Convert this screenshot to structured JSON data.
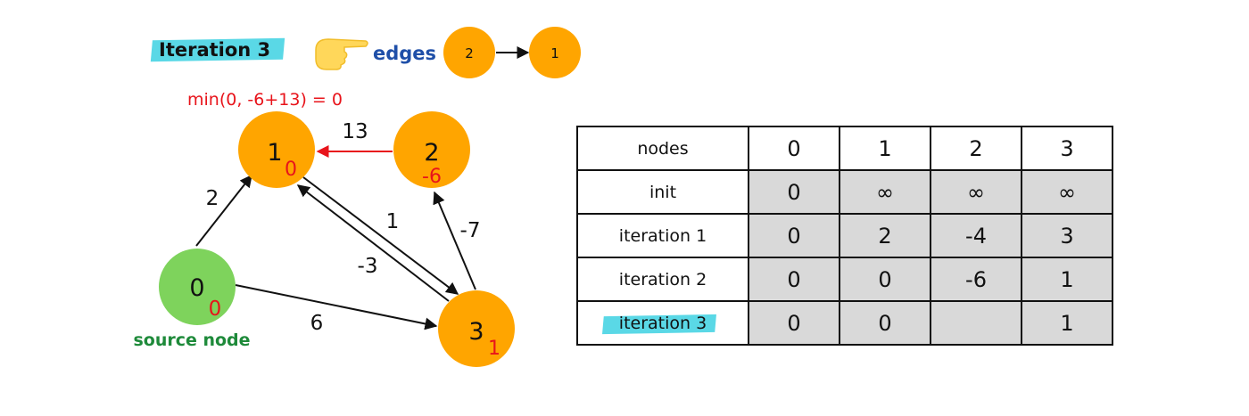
{
  "header": {
    "iteration_title": "Iteration 3",
    "edges_label": "edges",
    "current_edge": {
      "from": "2",
      "to": "1"
    }
  },
  "annotation": {
    "update_formula": "min(0, -6+13) = 0"
  },
  "graph": {
    "nodes": [
      {
        "id": "0",
        "distance": "0",
        "color": "#7ed35c"
      },
      {
        "id": "1",
        "distance": "0",
        "color": "#ffa500"
      },
      {
        "id": "2",
        "distance": "-6",
        "color": "#ffa500"
      },
      {
        "id": "3",
        "distance": "1",
        "color": "#ffa500"
      }
    ],
    "source_label": "source node",
    "edges": [
      {
        "from": "0",
        "to": "1",
        "weight": "2"
      },
      {
        "from": "0",
        "to": "3",
        "weight": "6"
      },
      {
        "from": "1",
        "to": "3",
        "weight": "1"
      },
      {
        "from": "3",
        "to": "1",
        "weight": "-3"
      },
      {
        "from": "3",
        "to": "2",
        "weight": "-7"
      },
      {
        "from": "2",
        "to": "1",
        "weight": "13",
        "highlighted": true
      }
    ]
  },
  "table": {
    "header": [
      "nodes",
      "0",
      "1",
      "2",
      "3"
    ],
    "rows": [
      {
        "label": "init",
        "values": [
          "0",
          "∞",
          "∞",
          "∞"
        ]
      },
      {
        "label": "iteration 1",
        "values": [
          "0",
          "2",
          "-4",
          "3"
        ]
      },
      {
        "label": "iteration 2",
        "values": [
          "0",
          "0",
          "-6",
          "1"
        ]
      },
      {
        "label": "iteration 3",
        "values": [
          "0",
          "0",
          "",
          "1"
        ],
        "highlighted": true
      }
    ]
  },
  "colors": {
    "highlight_marker": "#5ad8e6",
    "active_edge": "#e8141b",
    "distance_text": "#e8141b",
    "source_label": "#1e8a3a",
    "edges_label": "#1f4fa8",
    "table_shade": "#d9d9d9"
  },
  "icons": {
    "pointer": "pointing-hand-icon"
  }
}
